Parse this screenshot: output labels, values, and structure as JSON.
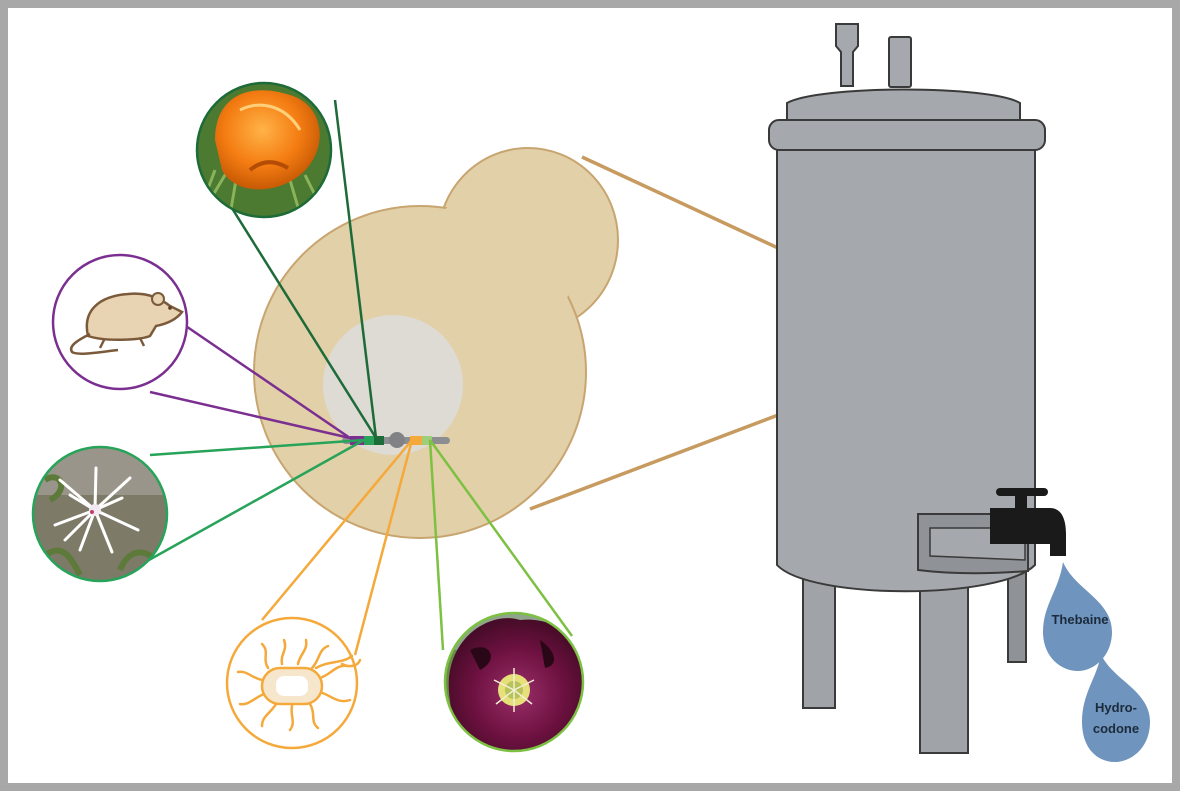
{
  "products": {
    "thebaine": "Thebaine",
    "hydrocodone_line1": "Hydro-",
    "hydrocodone_line2": "codone"
  },
  "colors": {
    "frame": "#a8a8a8",
    "yeast_cell": "#e2d0a8",
    "yeast_outline": "#c8a570",
    "nucleus": "#dedad4",
    "tank_body": "#a5a8ac",
    "tank_outline": "#3a3a3a",
    "drop": "#6f94bd",
    "california_poppy_line": "#1d6b38",
    "rat_line": "#7b2f91",
    "goldthread_line": "#27a35a",
    "bacterium_line": "#f4a93a",
    "opium_poppy_line": "#7cc142"
  },
  "sources": [
    {
      "icon": "california-poppy-photo"
    },
    {
      "icon": "rat-icon"
    },
    {
      "icon": "goldthread-flower-photo"
    },
    {
      "icon": "bacterium-icon"
    },
    {
      "icon": "opium-poppy-photo"
    }
  ]
}
